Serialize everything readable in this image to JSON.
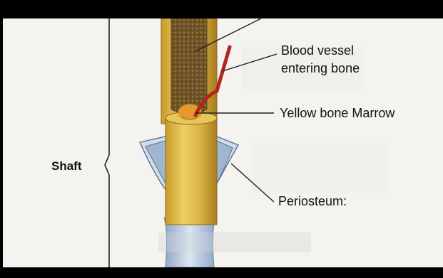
{
  "labels": {
    "blood_vessel_line1": "Blood vessel",
    "blood_vessel_line2": "entering bone",
    "yellow_marrow": "Yellow bone Marrow",
    "shaft": "Shaft",
    "periosteum": "Periosteum:"
  },
  "colors": {
    "background": "#f4f3ef",
    "bone": "#d9b440",
    "marrow": "#6e5428",
    "vessel": "#b3261e",
    "periosteum": "#aec3da"
  }
}
